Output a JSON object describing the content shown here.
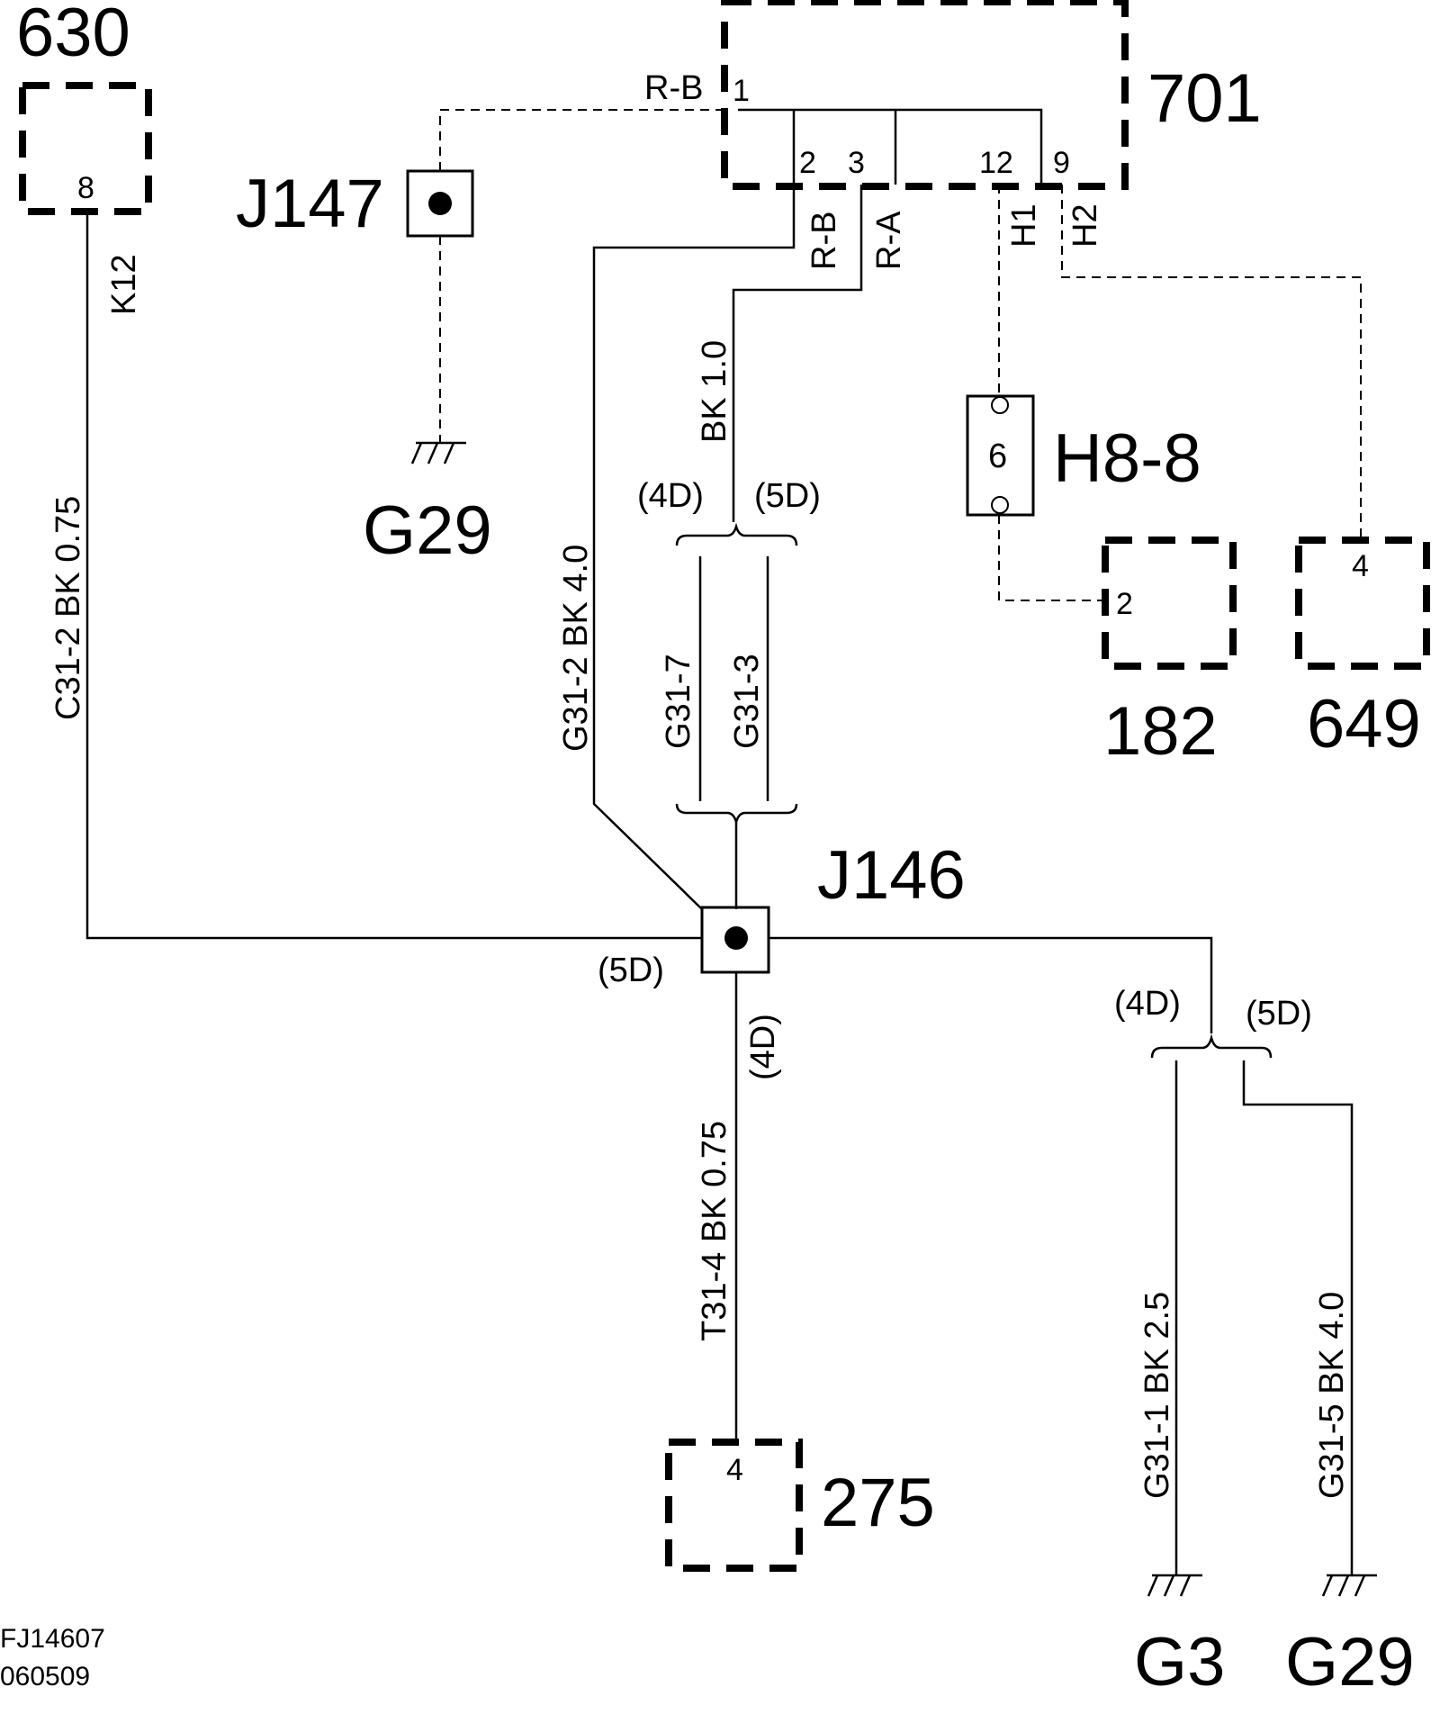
{
  "diagram": {
    "code": "FJ14607",
    "date": "060509",
    "components": {
      "c630": {
        "label": "630",
        "pin": "8"
      },
      "c701": {
        "label": "701",
        "pins": [
          "1",
          "2",
          "3",
          "12",
          "9"
        ]
      },
      "c182": {
        "label": "182",
        "pin": "2"
      },
      "c649": {
        "label": "649",
        "pin": "4"
      },
      "c275": {
        "label": "275",
        "pin": "4"
      },
      "h8": {
        "label": "H8-8",
        "pin": "6"
      }
    },
    "junctions": {
      "j147": "J147",
      "j146": "J146"
    },
    "grounds": {
      "g29_top": "G29",
      "g3": "G3",
      "g29_bottom": "G29"
    },
    "wires": {
      "rb_top": "R-B",
      "rb_pin2": "R-B",
      "ra_pin3": "R-A",
      "h1": "H1",
      "h2": "H2",
      "k12": "K12",
      "c31_2": "C31-2  BK  0.75",
      "bk_10": "BK  1.0",
      "g31_2": "G31-2  BK  4.0",
      "g31_7": "G31-7",
      "g31_3": "G31-3",
      "t31_4": "T31-4  BK  0.75",
      "g31_1": "G31-1  BK  2.5",
      "g31_5": "G31-5  BK  4.0"
    },
    "variants": {
      "v4d_upper": "(4D)",
      "v5d_upper": "(5D)",
      "v5d_j146": "(5D)",
      "v4d_j146": "(4D)",
      "v4d_right": "(4D)",
      "v5d_right": "(5D)"
    }
  }
}
